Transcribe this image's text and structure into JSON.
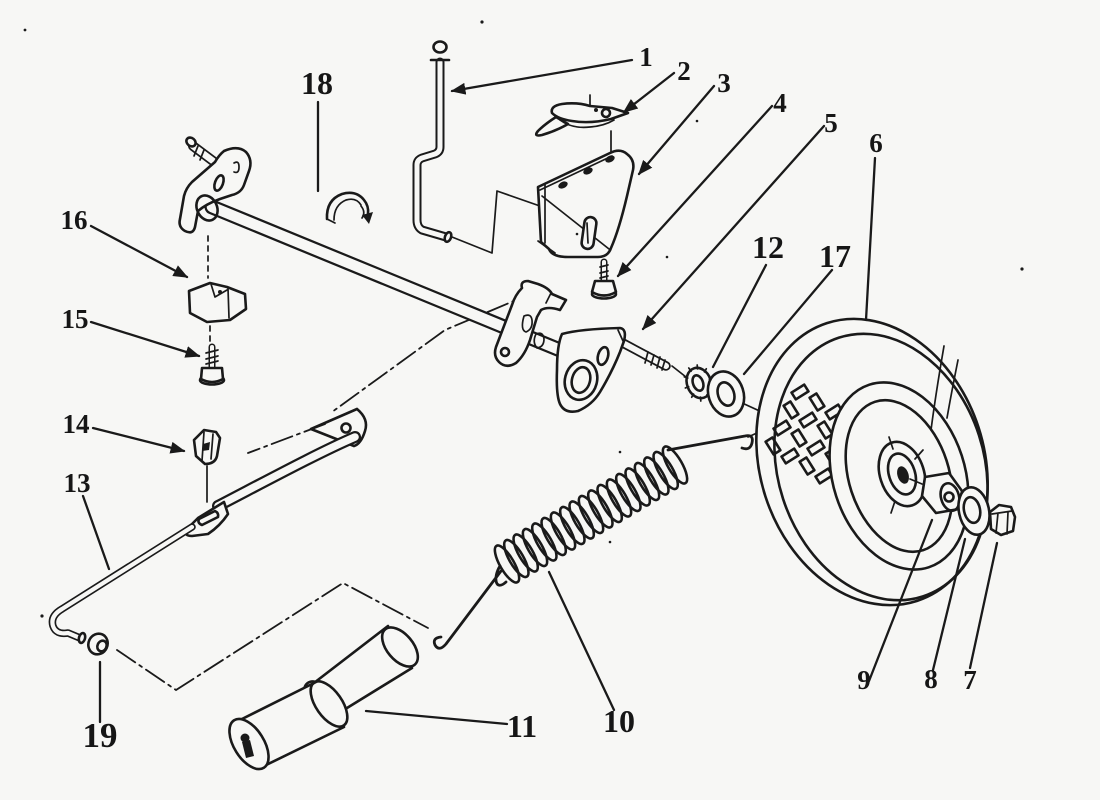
{
  "figure": {
    "kind": "exploded-parts-diagram",
    "subject": "Wheel and height-adjuster assembly exploded view (scanned line drawing)",
    "background": "#f7f7f5",
    "ink": "#1a1a1a"
  },
  "callouts": [
    {
      "label": "1",
      "part": "control-rod"
    },
    {
      "label": "2",
      "part": "cam-lever"
    },
    {
      "label": "3",
      "part": "adjuster-bracket"
    },
    {
      "label": "4",
      "part": "carriage-bolt"
    },
    {
      "label": "5",
      "part": "axle-arm-stud"
    },
    {
      "label": "6",
      "part": "wheel"
    },
    {
      "label": "7",
      "part": "hex-nut"
    },
    {
      "label": "8",
      "part": "flat-washer"
    },
    {
      "label": "9",
      "part": "spacer-bushing"
    },
    {
      "label": "10",
      "part": "tension-spring"
    },
    {
      "label": "11",
      "part": "roller-sleeves"
    },
    {
      "label": "12",
      "part": "lock-washer"
    },
    {
      "label": "13",
      "part": "adjuster-rod"
    },
    {
      "label": "14",
      "part": "retainer-clip"
    },
    {
      "label": "15",
      "part": "screw"
    },
    {
      "label": "16",
      "part": "clamp-block"
    },
    {
      "label": "17",
      "part": "flat-washer-large"
    },
    {
      "label": "18",
      "part": "split-bushing"
    },
    {
      "label": "19",
      "part": "push-cap"
    }
  ]
}
